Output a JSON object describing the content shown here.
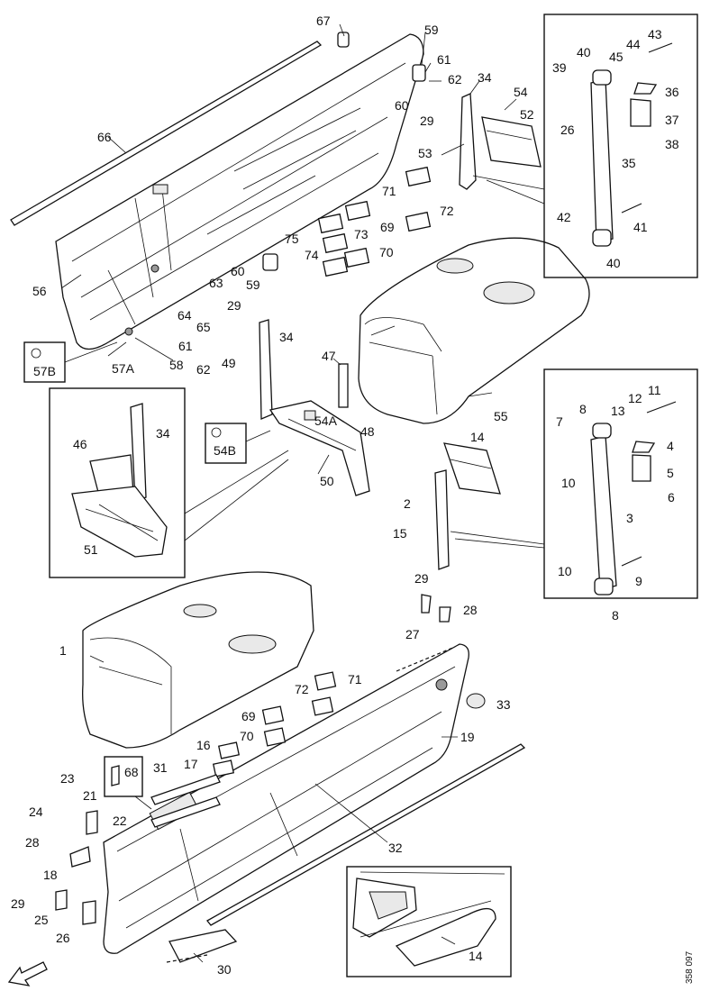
{
  "drawing_code": "358 097",
  "labels": [
    {
      "id": "67",
      "text": "67"
    },
    {
      "id": "59a",
      "text": "59"
    },
    {
      "id": "61a",
      "text": "61"
    },
    {
      "id": "62a",
      "text": "62"
    },
    {
      "id": "60a",
      "text": "60"
    },
    {
      "id": "29a",
      "text": "29"
    },
    {
      "id": "34a",
      "text": "34"
    },
    {
      "id": "54",
      "text": "54"
    },
    {
      "id": "52",
      "text": "52"
    },
    {
      "id": "53",
      "text": "53"
    },
    {
      "id": "66",
      "text": "66"
    },
    {
      "id": "71a",
      "text": "71"
    },
    {
      "id": "72a",
      "text": "72"
    },
    {
      "id": "69a",
      "text": "69"
    },
    {
      "id": "75",
      "text": "75"
    },
    {
      "id": "73",
      "text": "73"
    },
    {
      "id": "74",
      "text": "74"
    },
    {
      "id": "70a",
      "text": "70"
    },
    {
      "id": "60b",
      "text": "60"
    },
    {
      "id": "59b",
      "text": "59"
    },
    {
      "id": "63",
      "text": "63"
    },
    {
      "id": "29b",
      "text": "29"
    },
    {
      "id": "56",
      "text": "56"
    },
    {
      "id": "64",
      "text": "64"
    },
    {
      "id": "65",
      "text": "65"
    },
    {
      "id": "61b",
      "text": "61"
    },
    {
      "id": "34b",
      "text": "34"
    },
    {
      "id": "62b",
      "text": "62"
    },
    {
      "id": "49",
      "text": "49"
    },
    {
      "id": "57B",
      "text": "57B"
    },
    {
      "id": "57A",
      "text": "57A"
    },
    {
      "id": "58",
      "text": "58"
    },
    {
      "id": "47",
      "text": "47"
    },
    {
      "id": "54A",
      "text": "54A"
    },
    {
      "id": "48",
      "text": "48"
    },
    {
      "id": "55",
      "text": "55"
    },
    {
      "id": "54B",
      "text": "54B"
    },
    {
      "id": "50",
      "text": "50"
    },
    {
      "id": "46",
      "text": "46"
    },
    {
      "id": "34c",
      "text": "34"
    },
    {
      "id": "51",
      "text": "51"
    },
    {
      "id": "43",
      "text": "43"
    },
    {
      "id": "40a",
      "text": "40"
    },
    {
      "id": "44",
      "text": "44"
    },
    {
      "id": "45",
      "text": "45"
    },
    {
      "id": "39",
      "text": "39"
    },
    {
      "id": "36",
      "text": "36"
    },
    {
      "id": "37",
      "text": "37"
    },
    {
      "id": "26a",
      "text": "26"
    },
    {
      "id": "38",
      "text": "38"
    },
    {
      "id": "35",
      "text": "35"
    },
    {
      "id": "42",
      "text": "42"
    },
    {
      "id": "41",
      "text": "41"
    },
    {
      "id": "40b",
      "text": "40"
    },
    {
      "id": "11",
      "text": "11"
    },
    {
      "id": "12",
      "text": "12"
    },
    {
      "id": "8",
      "text": "8"
    },
    {
      "id": "13",
      "text": "13"
    },
    {
      "id": "7",
      "text": "7"
    },
    {
      "id": "4",
      "text": "4"
    },
    {
      "id": "5",
      "text": "5"
    },
    {
      "id": "10a",
      "text": "10"
    },
    {
      "id": "6",
      "text": "6"
    },
    {
      "id": "3",
      "text": "3"
    },
    {
      "id": "10b",
      "text": "10"
    },
    {
      "id": "9",
      "text": "9"
    },
    {
      "id": "8b",
      "text": "8"
    },
    {
      "id": "14a",
      "text": "14"
    },
    {
      "id": "2",
      "text": "2"
    },
    {
      "id": "15",
      "text": "15"
    },
    {
      "id": "29c",
      "text": "29"
    },
    {
      "id": "28a",
      "text": "28"
    },
    {
      "id": "27",
      "text": "27"
    },
    {
      "id": "1",
      "text": "1"
    },
    {
      "id": "71b",
      "text": "71"
    },
    {
      "id": "72b",
      "text": "72"
    },
    {
      "id": "33",
      "text": "33"
    },
    {
      "id": "69b",
      "text": "69"
    },
    {
      "id": "70b",
      "text": "70"
    },
    {
      "id": "19",
      "text": "19"
    },
    {
      "id": "16",
      "text": "16"
    },
    {
      "id": "17",
      "text": "17"
    },
    {
      "id": "68",
      "text": "68"
    },
    {
      "id": "31",
      "text": "31"
    },
    {
      "id": "23",
      "text": "23"
    },
    {
      "id": "21",
      "text": "21"
    },
    {
      "id": "24",
      "text": "24"
    },
    {
      "id": "22",
      "text": "22"
    },
    {
      "id": "28b",
      "text": "28"
    },
    {
      "id": "32",
      "text": "32"
    },
    {
      "id": "18",
      "text": "18"
    },
    {
      "id": "29d",
      "text": "29"
    },
    {
      "id": "25",
      "text": "25"
    },
    {
      "id": "26b",
      "text": "26"
    },
    {
      "id": "30",
      "text": "30"
    },
    {
      "id": "14b",
      "text": "14"
    }
  ]
}
